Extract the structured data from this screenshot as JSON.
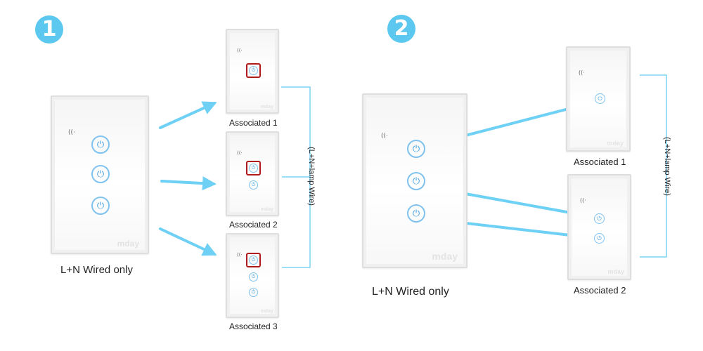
{
  "steps": {
    "one": "1",
    "two": "2"
  },
  "panel_logo": "mday",
  "panel_icons": {
    "wifi": "wifi-icon",
    "button": "power-icon"
  },
  "section1": {
    "main_caption": "L+N Wired only",
    "associated": [
      "Associated 1",
      "Associated 2",
      "Associated 3"
    ],
    "bracket_label": "(L+N+lamp Wire)"
  },
  "section2": {
    "main_caption": "L+N Wired only",
    "associated": [
      "Associated 1",
      "Associated 2"
    ],
    "bracket_label": "(L+N+lamp Wire)"
  },
  "colors": {
    "badge": "#5cc8f0",
    "arrow": "#6ed0f4",
    "bracket": "#7cd3f2",
    "button_ring": "#7fc2ee",
    "highlight": "#b01b1b"
  }
}
